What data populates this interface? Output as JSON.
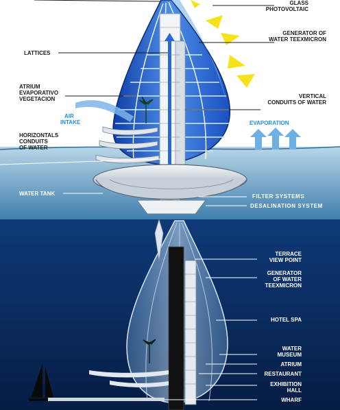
{
  "top_labels": {
    "glass_photovoltaic": [
      "GLASS",
      "PHOTOVOLTAIC"
    ],
    "generator": [
      "GENERATOR OF",
      "WATER TEEXMICRON"
    ],
    "lattices": [
      "LATTICES"
    ],
    "atrium": [
      "ATRIUM",
      "EVAPORATIVO",
      "VEGETACION"
    ],
    "vertical_conduits": [
      "VERTICAL",
      "CONDUITS OF WATER"
    ],
    "air_intake": [
      "AIR",
      "INTAKE"
    ],
    "evaporation": [
      "EVAPORATION"
    ],
    "horizontal_conduits": [
      "HORIZONTALS",
      "CONDUITS",
      "OF WATER"
    ],
    "water_tank": [
      "WATER TANK"
    ],
    "filter_systems": [
      "FILTER SYSTEMS"
    ],
    "desalination": [
      "DESALINATION SYSTEM"
    ]
  },
  "bottom_labels": {
    "terrace": [
      "TERRACE",
      "VIEW POINT"
    ],
    "generator": [
      "GENERATOR",
      "OF WATER",
      "TEEXMICRON"
    ],
    "hotel_spa": [
      "HOTEL SPA"
    ],
    "water_museum": [
      "WATER",
      "MUSEUM"
    ],
    "atrium": [
      "ATRIUM"
    ],
    "restaurant": [
      "RESTAURANT"
    ],
    "exhibition_hall": [
      "EXHIBITION",
      "HALL"
    ],
    "wharf": [
      "WHARF"
    ]
  },
  "colors": {
    "sky_top": "#ffffff",
    "sea_top": "#5a9bc4",
    "deep_sea": "#0b2f64",
    "panel_blue": "#1d5fc9",
    "label_blue": "#1e8fd8",
    "sun_yellow": "#f5e21a"
  }
}
